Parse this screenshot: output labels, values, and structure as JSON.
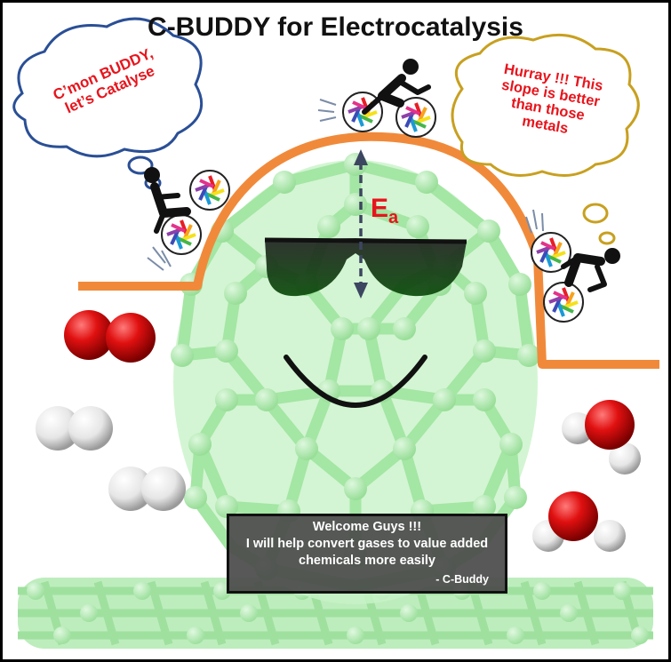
{
  "title": "C-BUDDY for Electrocatalysis",
  "bubbles": {
    "left": [
      "C’mon BUDDY,",
      "let’s Catalyse"
    ],
    "right": [
      "Hurray !!! This",
      "slope is better",
      "than those",
      "metals"
    ]
  },
  "energy_label": {
    "main": "E",
    "sub": "a"
  },
  "message": {
    "lines": [
      "Welcome Guys !!!",
      "I will help convert gases to value added",
      "chemicals more easily"
    ],
    "signature": "- C-Buddy"
  },
  "colors": {
    "curve": "#f08a3a",
    "fullerene": "#8ee08e",
    "oxygen": "#e01010",
    "hydrogen": "#f2f2f2",
    "left_bubble_border": "#2a4f96",
    "right_bubble_border": "#c8a020",
    "text_red": "#e8141c"
  },
  "icons": [
    "cyclist-icon",
    "wheel-icon",
    "sunglasses-icon",
    "smile-icon",
    "motion-lines-icon"
  ]
}
